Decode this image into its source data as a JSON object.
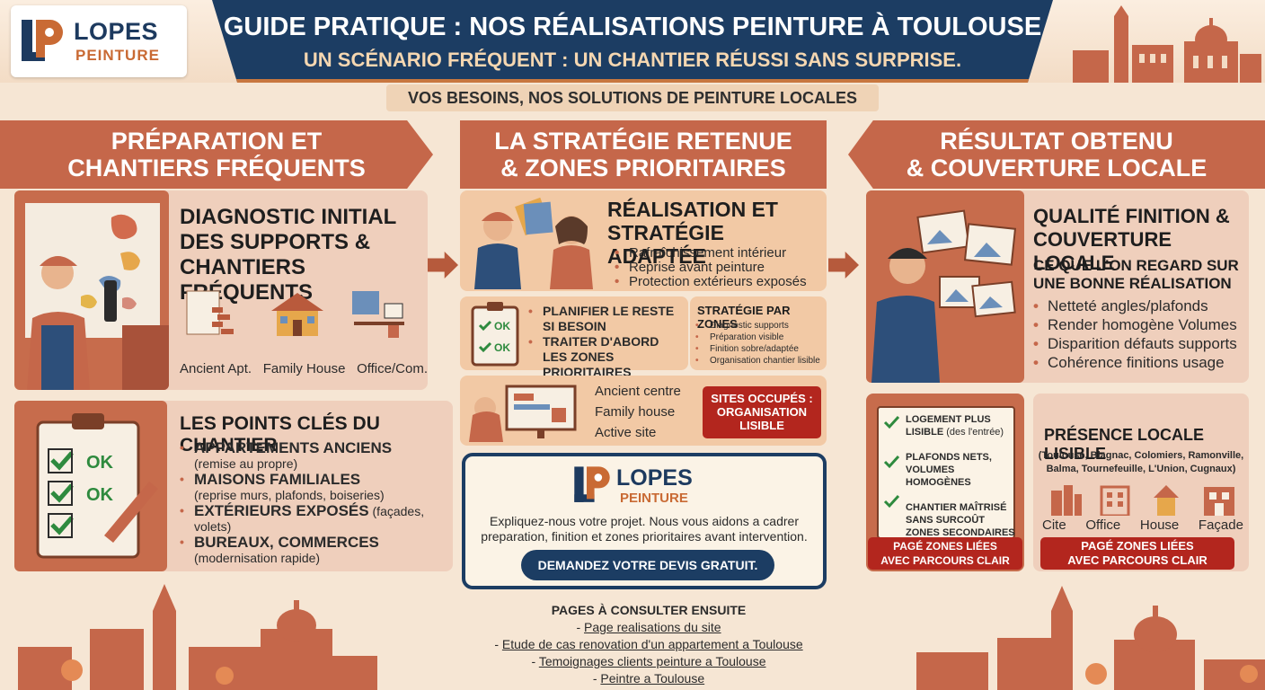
{
  "brand": {
    "title": "LOPES",
    "subtitle": "PEINTURE"
  },
  "header": {
    "title": "GUIDE PRATIQUE : NOS RÉALISATIONS PEINTURE À TOULOUSE",
    "subtitle": "UN SCÉNARIO FRÉQUENT : UN CHANTIER RÉUSSI SANS SURPRISE.",
    "tagline": "VOS BESOINS, NOS SOLUTIONS DE PEINTURE LOCALES"
  },
  "columns": {
    "c1": {
      "line1": "PRÉPARATION ET",
      "line2": "CHANTIERS FRÉQUENTS"
    },
    "c2": {
      "line1": "LA STRATÉGIE RETENUE",
      "line2": "& ZONES PRIORITAIRES"
    },
    "c3": {
      "line1": "RÉSULTAT OBTENU",
      "line2": "& COUVERTURE LOCALE"
    }
  },
  "diagnostic": {
    "title1": "DIAGNOSTIC INITIAL",
    "title2": "DES SUPPORTS &",
    "title3": "CHANTIERS FRÉQUENTS",
    "icons": [
      "Ancient Apt.",
      "Family House",
      "Office/Com."
    ]
  },
  "points": {
    "title": "LES POINTS CLÉS DU CHANTIER",
    "ok": "OK",
    "items": [
      {
        "head": "APPARTEMENTS ANCIENS",
        "detail": "(remise au propre)"
      },
      {
        "head": "MAISONS FAMILIALES",
        "detail": "(reprise murs, plafonds, boiseries)"
      },
      {
        "head": "EXTÉRIEURS EXPOSÉS",
        "detail": "(façades, volets)"
      },
      {
        "head": "BUREAUX, COMMERCES",
        "detail": "(modernisation rapide)"
      }
    ]
  },
  "realisation": {
    "title1": "RÉALISATION ET",
    "title2": "STRATÉGIE ADAPTÉE",
    "items": [
      "Rafraîchissement intérieur",
      "Reprise avant peinture",
      "Protection extérieurs exposés"
    ]
  },
  "planifier": {
    "ok": "OK",
    "item1": "PLANIFIER LE RESTE SI BESOIN",
    "item2": "TRAITER D'ABORD LES ZONES PRIORITAIRES"
  },
  "zones": {
    "title": "STRATÉGIE PAR ZONES",
    "items": [
      "Diagnostic supports",
      "Préparation visible",
      "Finition sobre/adaptée",
      "Organisation chantier lisible"
    ]
  },
  "sites": {
    "items": [
      "Ancient centre",
      "Family house",
      "Active site"
    ],
    "badge1": "SITES OCCUPÉS :",
    "badge2": "ORGANISATION LISIBLE"
  },
  "cta": {
    "text": "Expliquez-nous votre projet. Nous vous aidons a cadrer preparation, finition et zones prioritaires avant intervention.",
    "button": "DEMANDEZ VOTRE DEVIS GRATUIT."
  },
  "pages": {
    "title": "PAGES À CONSULTER ENSUITE",
    "links": [
      "Page realisations du site",
      "Etude de cas renovation d'un appartement a Toulouse",
      "Temoignages clients peinture a Toulouse",
      "Peintre a Toulouse"
    ]
  },
  "qualite": {
    "title1": "QUALITÉ FINITION &",
    "title2": "COUVERTURE LOCALE",
    "sub1": "CE QUE L'ON REGARD SUR",
    "sub2": "UNE BONNE RÉALISATION",
    "items": [
      "Netteté angles/plafonds",
      "Render homogène Volumes",
      "Disparition défauts supports",
      "Cohérence finitions usage"
    ]
  },
  "checklist": {
    "items": [
      {
        "a": "LOGEMENT PLUS",
        "b": "LISIBLE",
        "c": "(des l'entrée)"
      },
      {
        "a": "PLAFONDS NETS,",
        "b": "VOLUMES HOMOGÈNES",
        "c": ""
      },
      {
        "a": "CHANTIER MAÎTRISÉ",
        "b": "SANS SURCOÛT",
        "c": "ZONES SECONDAIRES"
      }
    ],
    "badge1": "PAGÉ ZONES LIÉES",
    "badge2": "AVEC PARCOURS CLAIR"
  },
  "presence": {
    "title": "PRÉSENCE LOCALE LISIBLE",
    "cities1": "(Toulouse, Blagnac, Colomiers, Ramonville,",
    "cities2": "Balma, Tournefeuille, L'Union, Cugnaux)",
    "icons": [
      "Cite",
      "Office",
      "House",
      "Façade"
    ],
    "badge1": "PAGÉ ZONES LIÉES",
    "badge2": "AVEC PARCOURS CLAIR"
  },
  "colors": {
    "navy": "#1c3d63",
    "terracotta": "#c5674a",
    "red": "#b3261e",
    "beige": "#f6e6d4"
  }
}
